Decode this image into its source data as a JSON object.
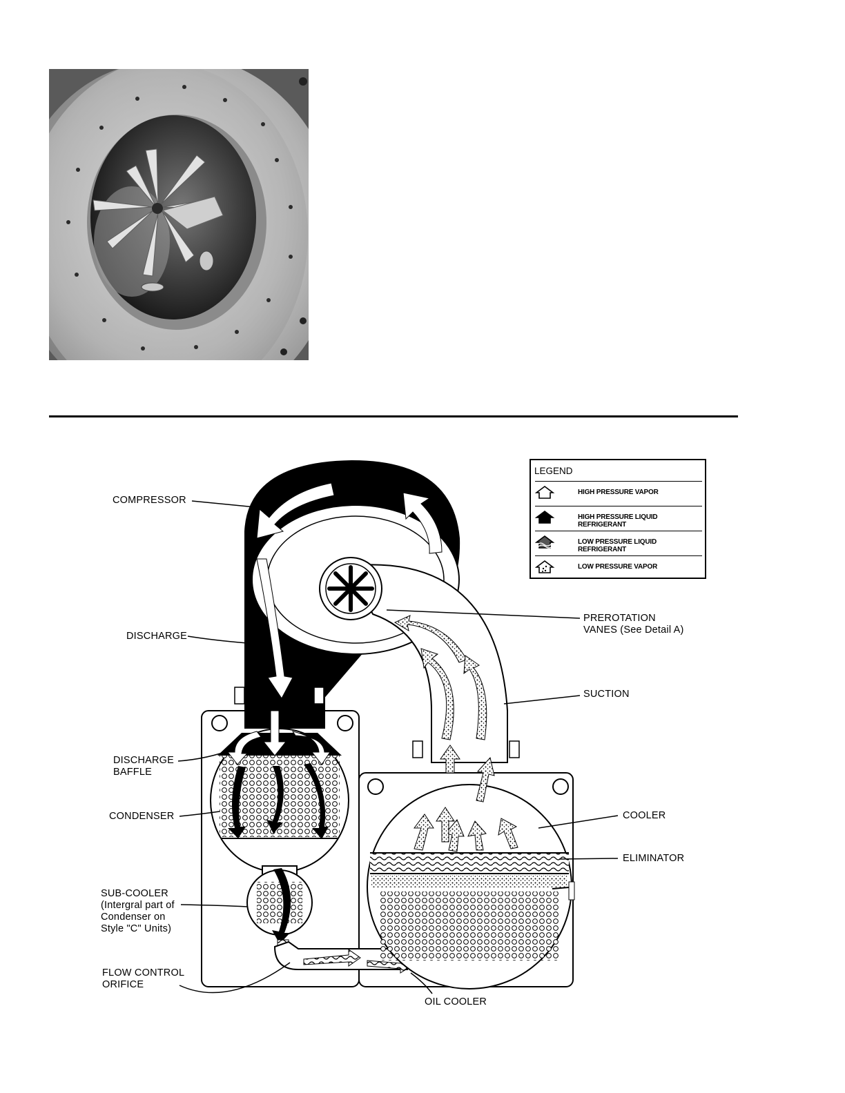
{
  "labels": {
    "compressor": "COMPRESSOR",
    "discharge": "DISCHARGE",
    "discharge_baffle": [
      "DISCHARGE",
      "BAFFLE"
    ],
    "condenser": "CONDENSER",
    "sub_cooler": [
      "SUB-COOLER",
      "(Intergral part of",
      "Condenser on",
      "Style \"C\" Units)"
    ],
    "flow_control_orifice": [
      "FLOW CONTROL",
      "ORIFICE"
    ],
    "oil_cooler": "OIL COOLER",
    "prerotation_vanes": [
      "PREROTATION",
      "VANES (See Detail A)"
    ],
    "suction": "SUCTION",
    "cooler": "COOLER",
    "eliminator": "ELIMINATOR"
  },
  "legend": {
    "title": "LEGEND",
    "items": [
      {
        "icon": "hollow-arrow-icon",
        "label": "HIGH PRESSURE VAPOR"
      },
      {
        "icon": "solid-arrow-icon",
        "label": "HIGH PRESSURE LIQUID REFRIGERANT"
      },
      {
        "icon": "wavy-arrow-icon",
        "label": "LOW PRESSURE LIQUID REFRIGERANT"
      },
      {
        "icon": "speckled-arrow-icon",
        "label": "LOW PRESSURE VAPOR"
      }
    ]
  }
}
